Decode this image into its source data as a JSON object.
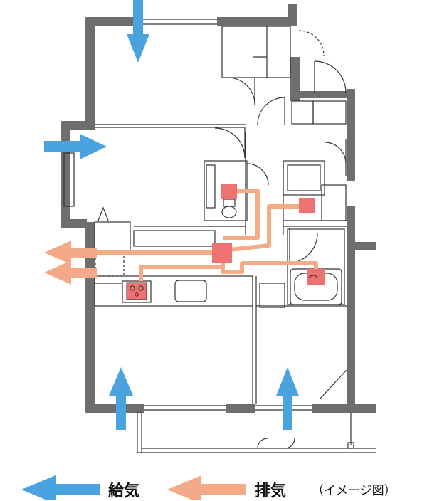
{
  "legend": {
    "supply_label": "給気",
    "exhaust_label": "排気",
    "note": "（イメージ図）"
  },
  "colors": {
    "wall": "#6e6e6e",
    "supply_arrow": "#4aa3df",
    "exhaust_arrow": "#f4aa88",
    "exhaust_duct": "#f2ad86",
    "exhaust_fan": "#ee7272",
    "line": "#333333"
  },
  "icons": [
    "supply-arrow-icon",
    "exhaust-arrow-icon",
    "exhaust-fan-icon",
    "toilet-icon",
    "stove-icon",
    "sink-icon",
    "bathtub-icon"
  ]
}
